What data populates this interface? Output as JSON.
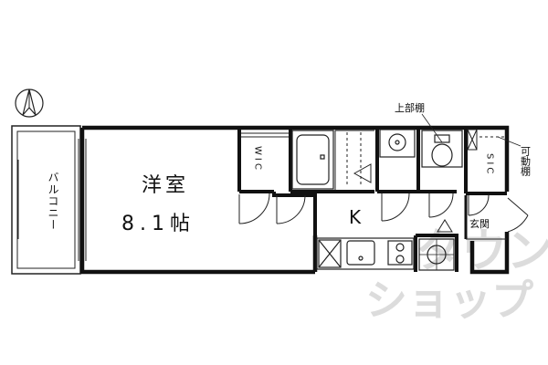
{
  "plan": {
    "room_name": "洋室",
    "room_size": "8.1帖",
    "balcony": "バルコニー",
    "wic": "WIC",
    "sic": "SIC",
    "kitchen": "K",
    "entrance": "玄関",
    "upper_shelf": "上部棚",
    "movable_shelf": "可動棚",
    "watermark_line1": "タウン",
    "watermark_line2": "ショップ"
  },
  "colors": {
    "wall": "#111111",
    "line": "#222222",
    "watermark": "#d9d9d9"
  },
  "icons": [
    "north-arrow-icon"
  ]
}
